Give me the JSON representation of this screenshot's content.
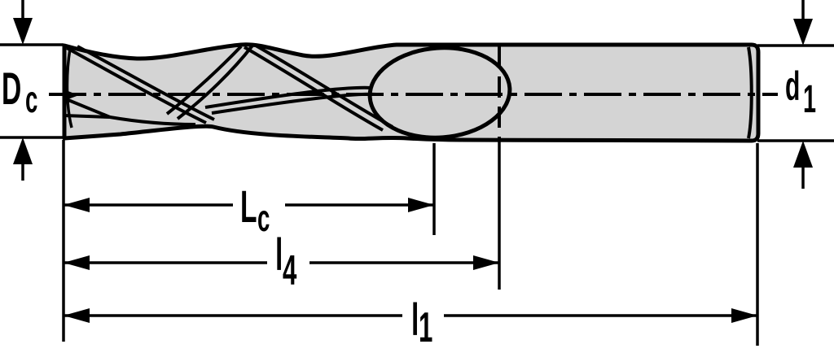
{
  "drawing": {
    "labels": {
      "cutting_diameter": {
        "main": "D",
        "sub": "c"
      },
      "cutting_length": {
        "main": "L",
        "sub": "c"
      },
      "flute_length": {
        "main": "l",
        "sub": "4"
      },
      "overall_length": {
        "main": "l",
        "sub": "1"
      },
      "shank_diameter": {
        "main": "d",
        "sub": "1"
      }
    },
    "colors": {
      "background": "#ffffff",
      "body_fill": "#d4d4d4",
      "line": "#000000"
    }
  }
}
